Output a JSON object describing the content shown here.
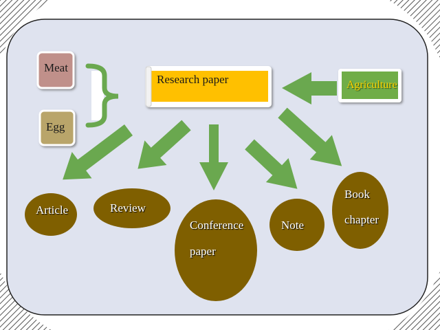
{
  "colors": {
    "panel": "#dfe3ef",
    "arrow": "#6aa84f",
    "ellipse": "#7f5f00",
    "central_box": "#ffc000",
    "agriculture_box": "#70ad47",
    "meat_box": "#c0908a",
    "egg_box": "#b9a56a"
  },
  "diagram": {
    "central": "Research paper",
    "source": "Agriculture",
    "inputs": [
      "Meat",
      "Egg"
    ],
    "outputs": {
      "article": "Article",
      "review": "Review",
      "conference_line1": "Conference",
      "conference_line2": "paper",
      "note": "Note",
      "book_line1": "Book",
      "book_line2": "chapter"
    }
  }
}
